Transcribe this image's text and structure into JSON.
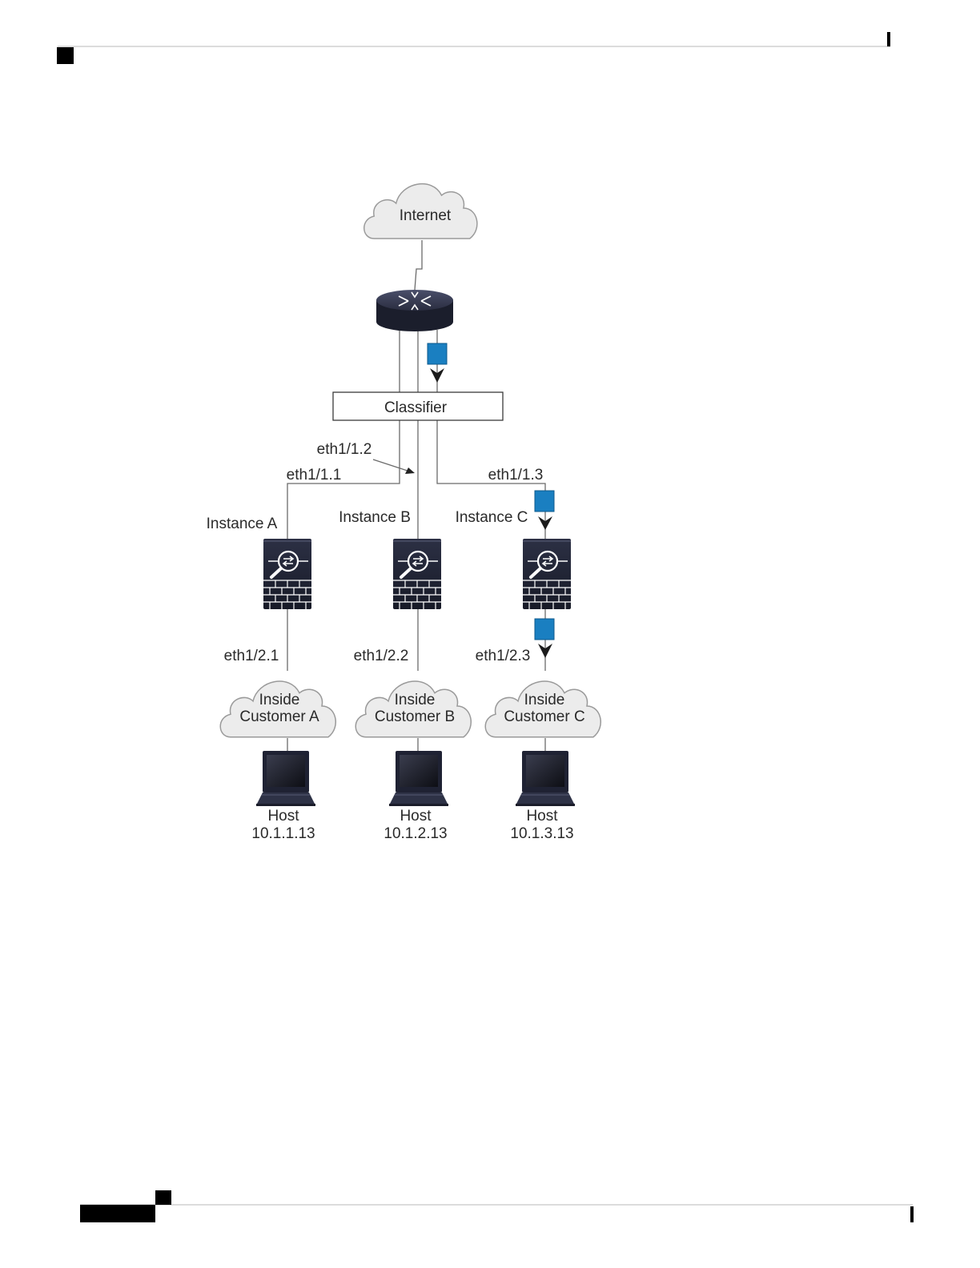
{
  "diagram": {
    "internet": "Internet",
    "classifier": "Classifier",
    "interfaces": {
      "eth1_1_1": "eth1/1.1",
      "eth1_1_2": "eth1/1.2",
      "eth1_1_3": "eth1/1.3",
      "eth1_2_1": "eth1/2.1",
      "eth1_2_2": "eth1/2.2",
      "eth1_2_3": "eth1/2.3"
    },
    "instances": [
      "Instance A",
      "Instance B",
      "Instance C"
    ],
    "customers": [
      {
        "line1": "Inside",
        "line2": "Customer A"
      },
      {
        "line1": "Inside",
        "line2": "Customer B"
      },
      {
        "line1": "Inside",
        "line2": "Customer C"
      }
    ],
    "hosts": [
      {
        "label": "Host",
        "ip": "10.1.1.13"
      },
      {
        "label": "Host",
        "ip": "10.1.2.13"
      },
      {
        "label": "Host",
        "ip": "10.1.3.13"
      }
    ],
    "colors": {
      "packet": "#1a7fc1",
      "device": "#1f2233",
      "cloud": "#ececec"
    },
    "icons": [
      "cloud-icon",
      "router-icon",
      "packet-icon",
      "firewall-icon",
      "laptop-icon"
    ]
  }
}
